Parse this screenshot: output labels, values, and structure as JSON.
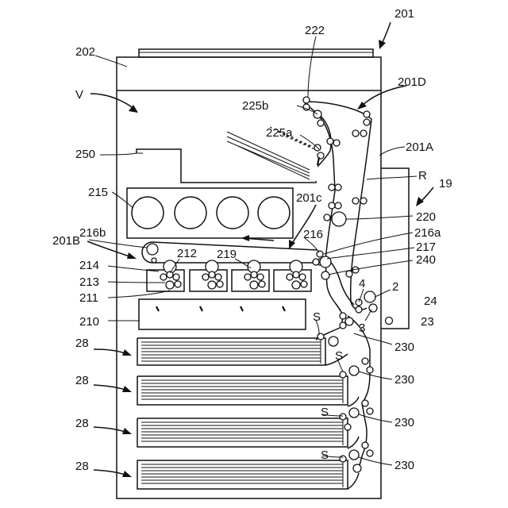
{
  "labels": {
    "n201": "201",
    "n202": "202",
    "n222": "222",
    "v": "V",
    "n201D": "201D",
    "n225b": "225b",
    "n225a": "225a",
    "n201A": "201A",
    "n250": "250",
    "r": "R",
    "n19": "19",
    "n215": "215",
    "n201c": "201c",
    "n220": "220",
    "n216b": "216b",
    "n216": "216",
    "n216a": "216a",
    "n201B": "201B",
    "n212": "212",
    "n219": "219",
    "n217": "217",
    "n214": "214",
    "n240": "240",
    "n213": "213",
    "n4": "4",
    "n2": "2",
    "n211": "211",
    "n24": "24",
    "n210": "210",
    "n3": "3",
    "n23": "23",
    "s1": "S",
    "n230a": "230",
    "n28a": "28",
    "s2": "S",
    "n230b": "230",
    "n28b": "28",
    "s3": "S",
    "n230c": "230",
    "n28c": "28",
    "s4": "S",
    "n230d": "230",
    "n28d": "28"
  }
}
